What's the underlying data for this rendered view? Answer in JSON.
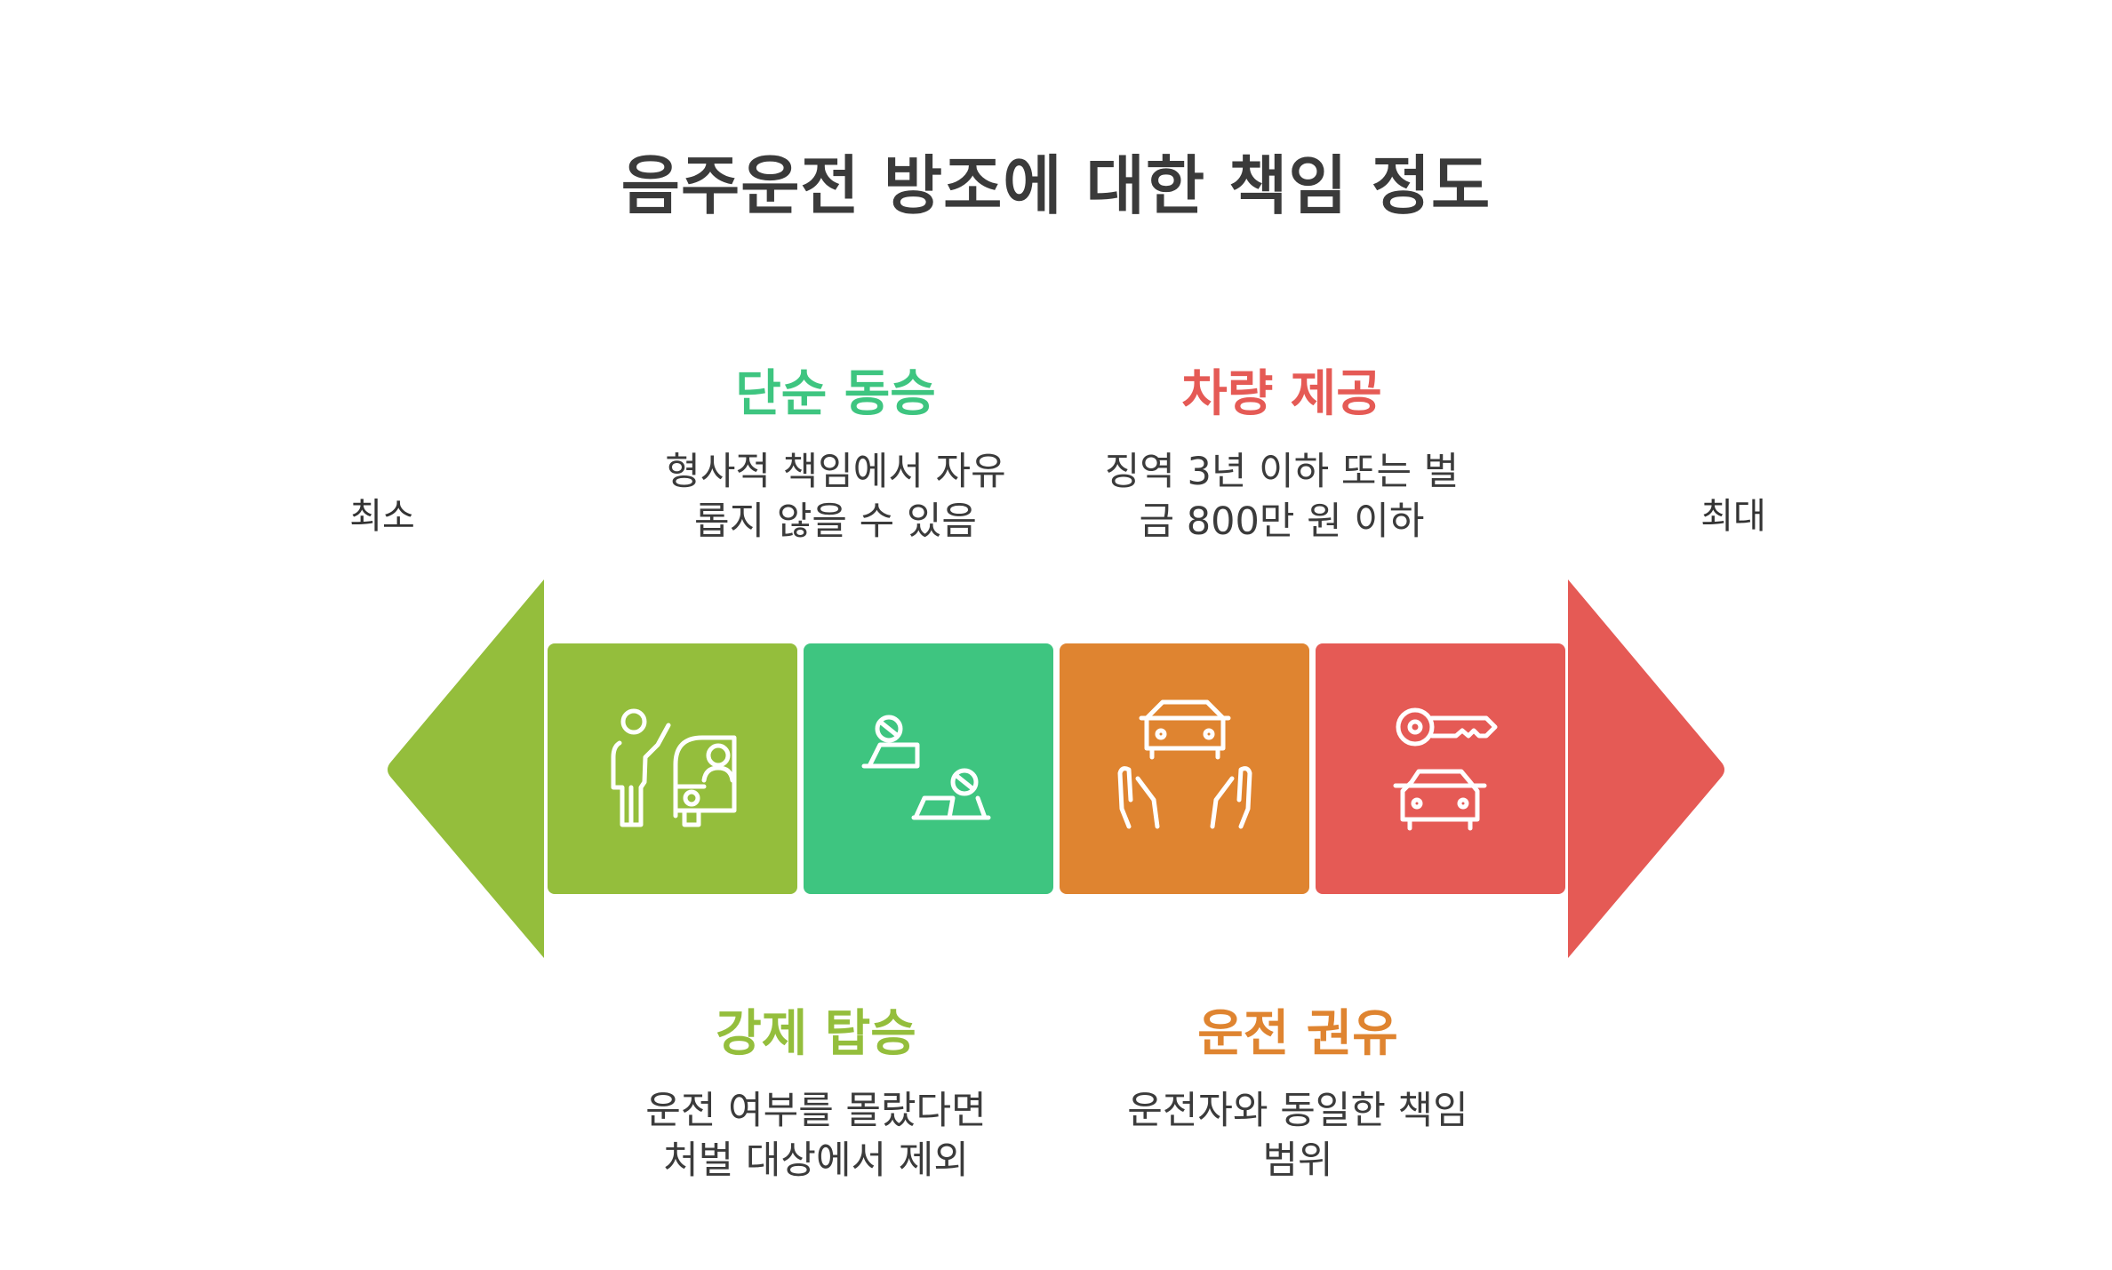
{
  "title": "음주운전 방조에 대한 책임 정도",
  "scale": {
    "min_label": "최소",
    "max_label": "최대"
  },
  "colors": {
    "green": "#94be3c",
    "teal": "#3ec580",
    "orange": "#df8430",
    "red": "#e55a55",
    "title": "#3a3a3a",
    "text": "#3b3b3b"
  },
  "stages": [
    {
      "heading": "강제 탑승",
      "desc_lines": [
        "운전 여부를 몰랐다면",
        "처벌 대상에서 제외"
      ],
      "color": "#94be3c",
      "icon": "person-hailing-car-icon"
    },
    {
      "heading": "단순 동승",
      "desc_lines": [
        "형사적 책임에서 자유",
        "롭지 않을 수 있음"
      ],
      "color": "#3ec580",
      "icon": "people-at-laptops-icon"
    },
    {
      "heading": "운전 권유",
      "desc_lines": [
        "운전자와 동일한 책임",
        "범위"
      ],
      "color": "#df8430",
      "icon": "hands-holding-car-icon"
    },
    {
      "heading": "차량 제공",
      "desc_lines": [
        "징역 3년 이하 또는 벌",
        "금 800만 원 이하"
      ],
      "color": "#e55a55",
      "icon": "key-and-car-icon"
    }
  ]
}
